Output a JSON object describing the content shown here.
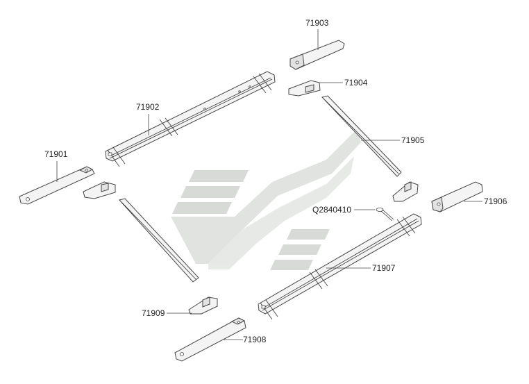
{
  "colors": {
    "line": "#444444",
    "part_fill": "#f4f4f4",
    "watermark": "#c9cdc9"
  },
  "watermark": {
    "icon": "brand-logo-watermark"
  },
  "parts": [
    {
      "id": "p71901",
      "label": "71901"
    },
    {
      "id": "p71902",
      "label": "71902"
    },
    {
      "id": "p71903",
      "label": "71903"
    },
    {
      "id": "p71904",
      "label": "71904"
    },
    {
      "id": "p71905",
      "label": "71905"
    },
    {
      "id": "p71906",
      "label": "71906"
    },
    {
      "id": "pQ2840410",
      "label": "Q2840410"
    },
    {
      "id": "p71907",
      "label": "71907"
    },
    {
      "id": "p71908",
      "label": "71908"
    },
    {
      "id": "p71909",
      "label": "71909"
    }
  ]
}
